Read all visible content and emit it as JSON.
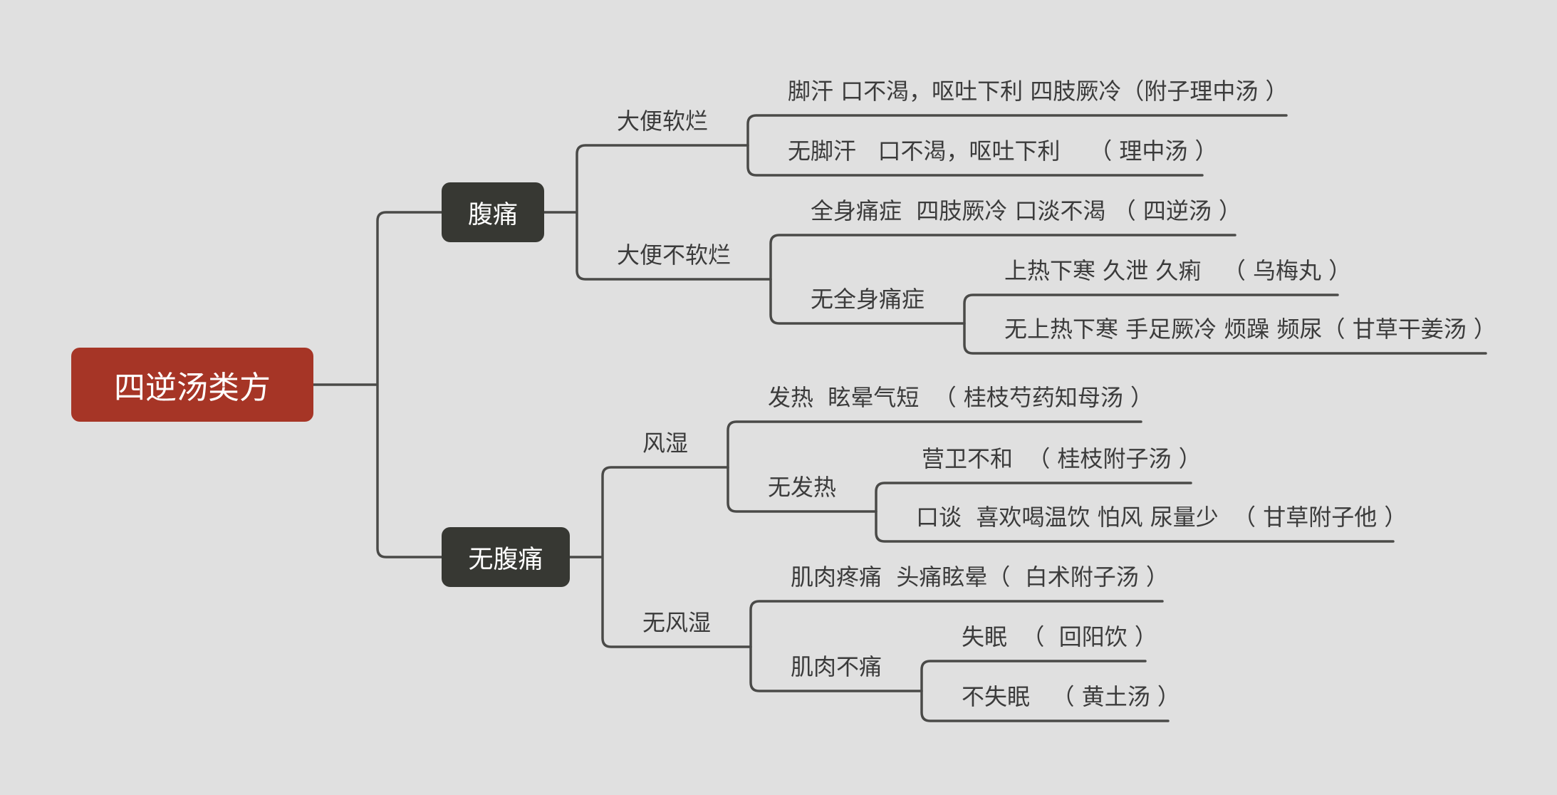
{
  "root": {
    "label": "四逆汤类方"
  },
  "branches": {
    "abdominal_pain": {
      "label": "腹痛",
      "soft_stool": {
        "label": "大便软烂",
        "sweat": "脚汗 口不渴，呕吐下利 四肢厥冷（附子理中汤 ）",
        "no_sweat": "无脚汗   口不渴，呕吐下利    （ 理中汤 ）"
      },
      "not_soft_stool": {
        "label": "大便不软烂",
        "body_pain": "全身痛症  四肢厥冷 口淡不渴 （ 四逆汤 ）",
        "no_body_pain": {
          "label": "无全身痛症",
          "heat_above_cold_below": "上热下寒 久泄 久痢   （ 乌梅丸 ）",
          "no_heat_above": "无上热下寒 手足厥冷 烦躁 频尿（ 甘草干姜汤 ）"
        }
      }
    },
    "no_abdominal_pain": {
      "label": "无腹痛",
      "wind_damp": {
        "label": "风湿",
        "fever": "发热  眩晕气短  （ 桂枝芍药知母汤 ）",
        "no_fever": {
          "label": "无发热",
          "ying_wei": "营卫不和  （ 桂枝附子汤 ）",
          "bland_mouth": "口谈  喜欢喝温饮 怕风 尿量少  （ 甘草附子他 ）"
        }
      },
      "no_wind_damp": {
        "label": "无风湿",
        "muscle_pain": "肌肉疼痛  头痛眩晕（  白术附子汤 ）",
        "no_muscle_pain": {
          "label": "肌肉不痛",
          "insomnia": "失眠  （  回阳饮 ）",
          "no_insomnia": "不失眠   （ 黄土汤 ）"
        }
      }
    }
  }
}
